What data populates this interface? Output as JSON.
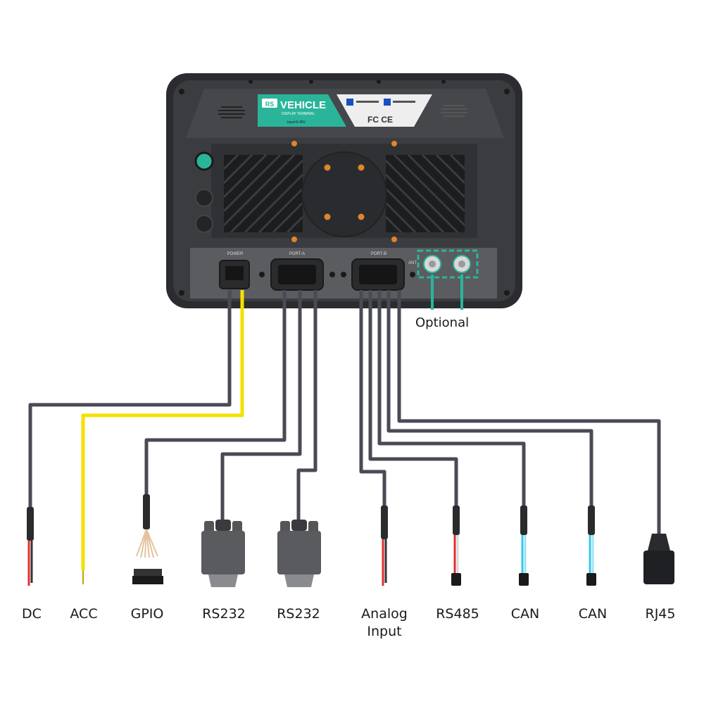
{
  "device": {
    "brand_badge": "RS",
    "title": "VEHICLE",
    "subtitle": "DISPLAY TERMINAL",
    "input_rating": "Input:9-36V",
    "cert_marks": "FC CE",
    "ports": {
      "power": "POWER",
      "port_a": "PORT-A",
      "port_b": "PORT-B",
      "antenna": "ANT"
    }
  },
  "optional_label": "Optional",
  "colors": {
    "cable": "#4a4a55",
    "acc": "#f5e000",
    "accent": "#2ab59a",
    "dc_red": "#e03030"
  },
  "connectors": [
    {
      "id": "dc",
      "label": "DC",
      "icon": "bare-wire-icon"
    },
    {
      "id": "acc",
      "label": "ACC",
      "icon": "bare-wire-icon"
    },
    {
      "id": "gpio",
      "label": "GPIO",
      "icon": "multi-wire-header-icon"
    },
    {
      "id": "rs232-a",
      "label": "RS232",
      "icon": "db9-connector-icon"
    },
    {
      "id": "rs232-b",
      "label": "RS232",
      "icon": "db9-connector-icon"
    },
    {
      "id": "analog",
      "label_line1": "Analog",
      "label_line2": "Input",
      "icon": "bare-wire-icon"
    },
    {
      "id": "rs485",
      "label": "RS485",
      "icon": "twin-wire-plug-icon"
    },
    {
      "id": "can-a",
      "label": "CAN",
      "icon": "twin-wire-plug-icon"
    },
    {
      "id": "can-b",
      "label": "CAN",
      "icon": "twin-wire-plug-icon"
    },
    {
      "id": "rj45",
      "label": "RJ45",
      "icon": "rj45-plug-icon"
    }
  ]
}
